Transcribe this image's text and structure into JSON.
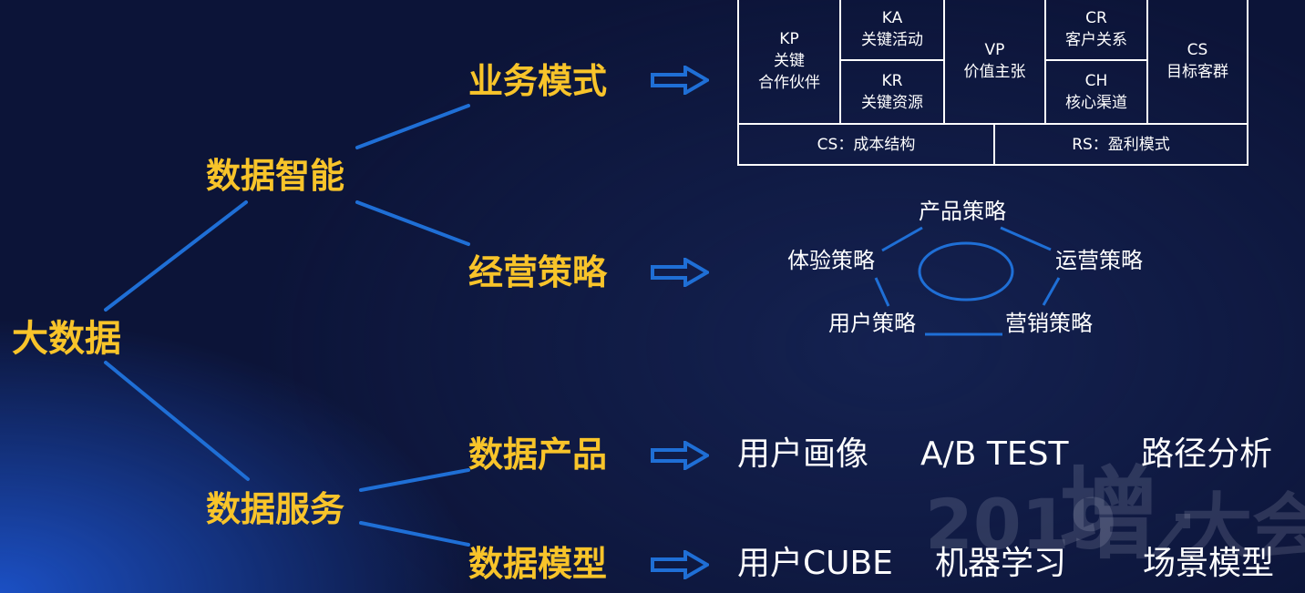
{
  "tree": {
    "root": "大数据",
    "branches": [
      {
        "label": "数据智能",
        "children": [
          "业务模式",
          "经营策略"
        ]
      },
      {
        "label": "数据服务",
        "children": [
          "数据产品",
          "数据模型"
        ]
      }
    ]
  },
  "business_canvas": {
    "kp": {
      "code": "KP",
      "line1": "关键",
      "line2": "合作伙伴"
    },
    "ka": {
      "code": "KA",
      "name": "关键活动"
    },
    "kr": {
      "code": "KR",
      "name": "关键资源"
    },
    "vp": {
      "code": "VP",
      "name": "价值主张"
    },
    "cr": {
      "code": "CR",
      "name": "客户关系"
    },
    "ch": {
      "code": "CH",
      "name": "核心渠道"
    },
    "cs": {
      "code": "CS",
      "name": "目标客群"
    },
    "cost": "CS：成本结构",
    "revenue": "RS：盈利模式"
  },
  "strategy_ring": {
    "top": "产品策略",
    "left": "体验策略",
    "right": "运营策略",
    "bottom_left": "用户策略",
    "bottom_right": "营销策略"
  },
  "data_products": {
    "item1": "用户画像",
    "item2": "A/B TEST",
    "item3": "路径分析"
  },
  "data_models": {
    "item1": "用户CUBE",
    "item2": "机器学习",
    "item3": "场景模型"
  },
  "watermark": {
    "year": "2019",
    "word1": "增",
    "word2": "大会"
  },
  "colors": {
    "node": "#f8c42a",
    "line": "#1f6fd6",
    "background": "#0c1438",
    "text": "#ffffff"
  }
}
